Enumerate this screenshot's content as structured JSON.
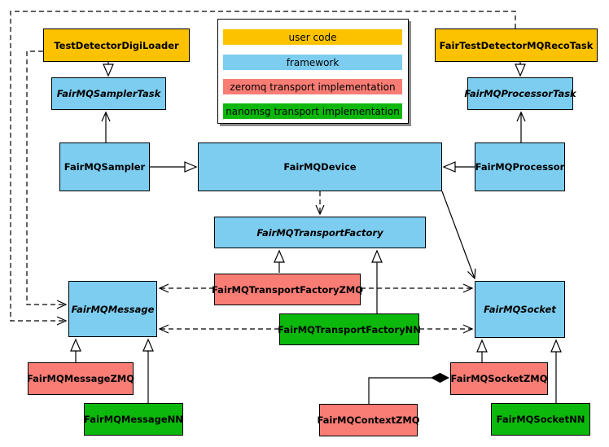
{
  "legend": {
    "items": [
      {
        "label": "user code",
        "color": "#FCC200"
      },
      {
        "label": "framework",
        "color": "#7CCDF0"
      },
      {
        "label": "zeromq transport implementation",
        "color": "#F97D75"
      },
      {
        "label": "nanomsg transport implementation",
        "color": "#0BB80B"
      }
    ]
  },
  "colors": {
    "user_code": "#FCC200",
    "framework": "#7CCDF0",
    "zeromq": "#F97D75",
    "nanomsg": "#0BB80B",
    "border": "#000000",
    "background": "#FFFFFF"
  },
  "nodes": {
    "testDetectorDigiLoader": {
      "label": "TestDetectorDigiLoader",
      "category": "user code",
      "color": "#FCC200",
      "abstract": false
    },
    "fairTestDetectorMQRecoTask": {
      "label": "FairTestDetectorMQRecoTask",
      "category": "user code",
      "color": "#FCC200",
      "abstract": false
    },
    "fairMQSamplerTask": {
      "label": "FairMQSamplerTask",
      "category": "framework",
      "color": "#7CCDF0",
      "abstract": true
    },
    "fairMQProcessorTask": {
      "label": "FairMQProcessorTask",
      "category": "framework",
      "color": "#7CCDF0",
      "abstract": true
    },
    "fairMQSampler": {
      "label": "FairMQSampler",
      "category": "framework",
      "color": "#7CCDF0",
      "abstract": false
    },
    "fairMQProcessor": {
      "label": "FairMQProcessor",
      "category": "framework",
      "color": "#7CCDF0",
      "abstract": false
    },
    "fairMQDevice": {
      "label": "FairMQDevice",
      "category": "framework",
      "color": "#7CCDF0",
      "abstract": false
    },
    "fairMQTransportFactory": {
      "label": "FairMQTransportFactory",
      "category": "framework",
      "color": "#7CCDF0",
      "abstract": true
    },
    "fairMQTransportFactoryZMQ": {
      "label": "FairMQTransportFactoryZMQ",
      "category": "zeromq",
      "color": "#F97D75",
      "abstract": false
    },
    "fairMQTransportFactoryNN": {
      "label": "FairMQTransportFactoryNN",
      "category": "nanomsg",
      "color": "#0BB80B",
      "abstract": false
    },
    "fairMQMessage": {
      "label": "FairMQMessage",
      "category": "framework",
      "color": "#7CCDF0",
      "abstract": true
    },
    "fairMQMessageZMQ": {
      "label": "FairMQMessageZMQ",
      "category": "zeromq",
      "color": "#F97D75",
      "abstract": false
    },
    "fairMQMessageNN": {
      "label": "FairMQMessageNN",
      "category": "nanomsg",
      "color": "#0BB80B",
      "abstract": false
    },
    "fairMQSocket": {
      "label": "FairMQSocket",
      "category": "framework",
      "color": "#7CCDF0",
      "abstract": true
    },
    "fairMQSocketZMQ": {
      "label": "FairMQSocketZMQ",
      "category": "zeromq",
      "color": "#F97D75",
      "abstract": false
    },
    "fairMQSocketNN": {
      "label": "FairMQSocketNN",
      "category": "nanomsg",
      "color": "#0BB80B",
      "abstract": false
    },
    "fairMQContextZMQ": {
      "label": "FairMQContextZMQ",
      "category": "zeromq",
      "color": "#F97D75",
      "abstract": false
    }
  },
  "edges": [
    {
      "from": "TestDetectorDigiLoader",
      "to": "FairMQSamplerTask",
      "type": "generalization"
    },
    {
      "from": "FairTestDetectorMQRecoTask",
      "to": "FairMQProcessorTask",
      "type": "generalization"
    },
    {
      "from": "FairMQSampler",
      "to": "FairMQDevice",
      "type": "generalization"
    },
    {
      "from": "FairMQProcessor",
      "to": "FairMQDevice",
      "type": "generalization"
    },
    {
      "from": "FairMQTransportFactoryZMQ",
      "to": "FairMQTransportFactory",
      "type": "generalization"
    },
    {
      "from": "FairMQTransportFactoryNN",
      "to": "FairMQTransportFactory",
      "type": "generalization"
    },
    {
      "from": "FairMQMessageZMQ",
      "to": "FairMQMessage",
      "type": "generalization"
    },
    {
      "from": "FairMQMessageNN",
      "to": "FairMQMessage",
      "type": "generalization"
    },
    {
      "from": "FairMQSocketZMQ",
      "to": "FairMQSocket",
      "type": "generalization"
    },
    {
      "from": "FairMQSocketNN",
      "to": "FairMQSocket",
      "type": "generalization"
    },
    {
      "from": "FairMQSampler",
      "to": "FairMQSamplerTask",
      "type": "association"
    },
    {
      "from": "FairMQProcessor",
      "to": "FairMQProcessorTask",
      "type": "association"
    },
    {
      "from": "FairMQDevice",
      "to": "FairMQSocket",
      "type": "association"
    },
    {
      "from": "FairMQDevice",
      "to": "FairMQTransportFactory",
      "type": "dependency"
    },
    {
      "from": "FairMQTransportFactoryZMQ",
      "to": "FairMQMessage",
      "type": "dependency"
    },
    {
      "from": "FairMQTransportFactoryZMQ",
      "to": "FairMQSocket",
      "type": "dependency"
    },
    {
      "from": "FairMQTransportFactoryNN",
      "to": "FairMQMessage",
      "type": "dependency"
    },
    {
      "from": "FairMQTransportFactoryNN",
      "to": "FairMQSocket",
      "type": "dependency"
    },
    {
      "from": "TestDetectorDigiLoader",
      "to": "FairMQMessage",
      "type": "dependency"
    },
    {
      "from": "FairTestDetectorMQRecoTask",
      "to": "FairMQMessage",
      "type": "dependency"
    },
    {
      "from": "FairMQSocketZMQ",
      "to": "FairMQContextZMQ",
      "type": "composition"
    }
  ]
}
